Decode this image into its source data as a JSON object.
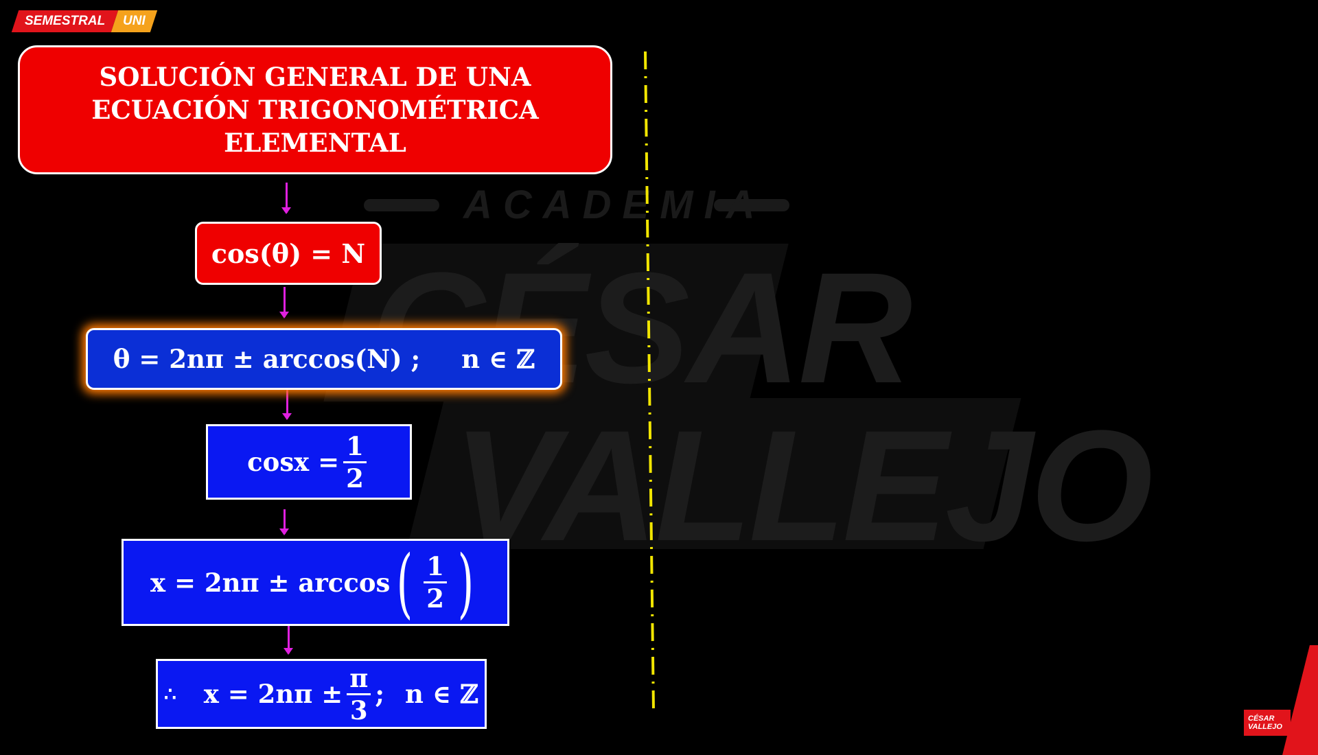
{
  "badge": {
    "left": "SEMESTRAL",
    "right": "UNI"
  },
  "watermark": {
    "top": "ACADEMIA",
    "line1": "CÉSAR",
    "line2": "VALLEJO"
  },
  "title": {
    "line1": "SOLUCIÓN GENERAL DE UNA",
    "line2": "ECUACIÓN TRIGONOMÉTRICA ELEMENTAL"
  },
  "step1": {
    "formula": "cos(θ) = N"
  },
  "step2": {
    "formula": "θ = 2nπ ± arccos(N) ;",
    "domain": "n ∈ ℤ"
  },
  "step3": {
    "lhs": "cosx =",
    "num": "1",
    "den": "2"
  },
  "step4": {
    "lhs": "x = 2nπ ± arccos",
    "open": "(",
    "num": "1",
    "den": "2",
    "close": ")"
  },
  "step5": {
    "therefore": "∴",
    "lhs": "x = 2nπ ±",
    "num": "π",
    "den": "3",
    "sep": ";",
    "domain": "n ∈ ℤ"
  },
  "corner_logo": {
    "line1": "CÉSAR",
    "line2": "VALLEJO"
  },
  "colors": {
    "red": "#ef0000",
    "blue": "#0a18f2",
    "arrow": "#e020e0",
    "divider": "#f2e600"
  }
}
